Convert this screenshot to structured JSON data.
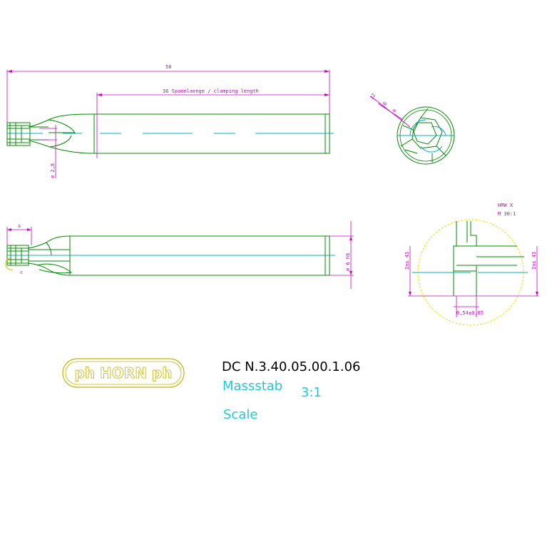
{
  "dimensions": {
    "overall_length": "50",
    "clamping_length": "36  Spannlaenge / clamping length",
    "dia_left": "⌀ 2,8",
    "dia_shank": "⌀ 6 h6",
    "small_s": "s",
    "small_c": "c",
    "top_right_labels": [
      "12",
      "10",
      "a"
    ],
    "detail_title": "HRW X",
    "detail_scale": "M 30:1",
    "detail_left": "Ins 45",
    "detail_right": "Ins 45",
    "detail_bottom": "0,54±0,05"
  },
  "title_block": {
    "logo": "ph HORN ph",
    "part_number": "DC N.3.40.05.00.1.06",
    "scale_label": "Massstab",
    "scale_value": "3:1",
    "scale_label_en": "Scale"
  },
  "colors": {
    "outline": "#008c00",
    "dimension": "#d000d0",
    "centerline": "#00b0c8",
    "logo": "#c8b400",
    "detail_circle": "#e6e600",
    "text_dark": "#000000",
    "text_cyan": "#20c8e0"
  }
}
